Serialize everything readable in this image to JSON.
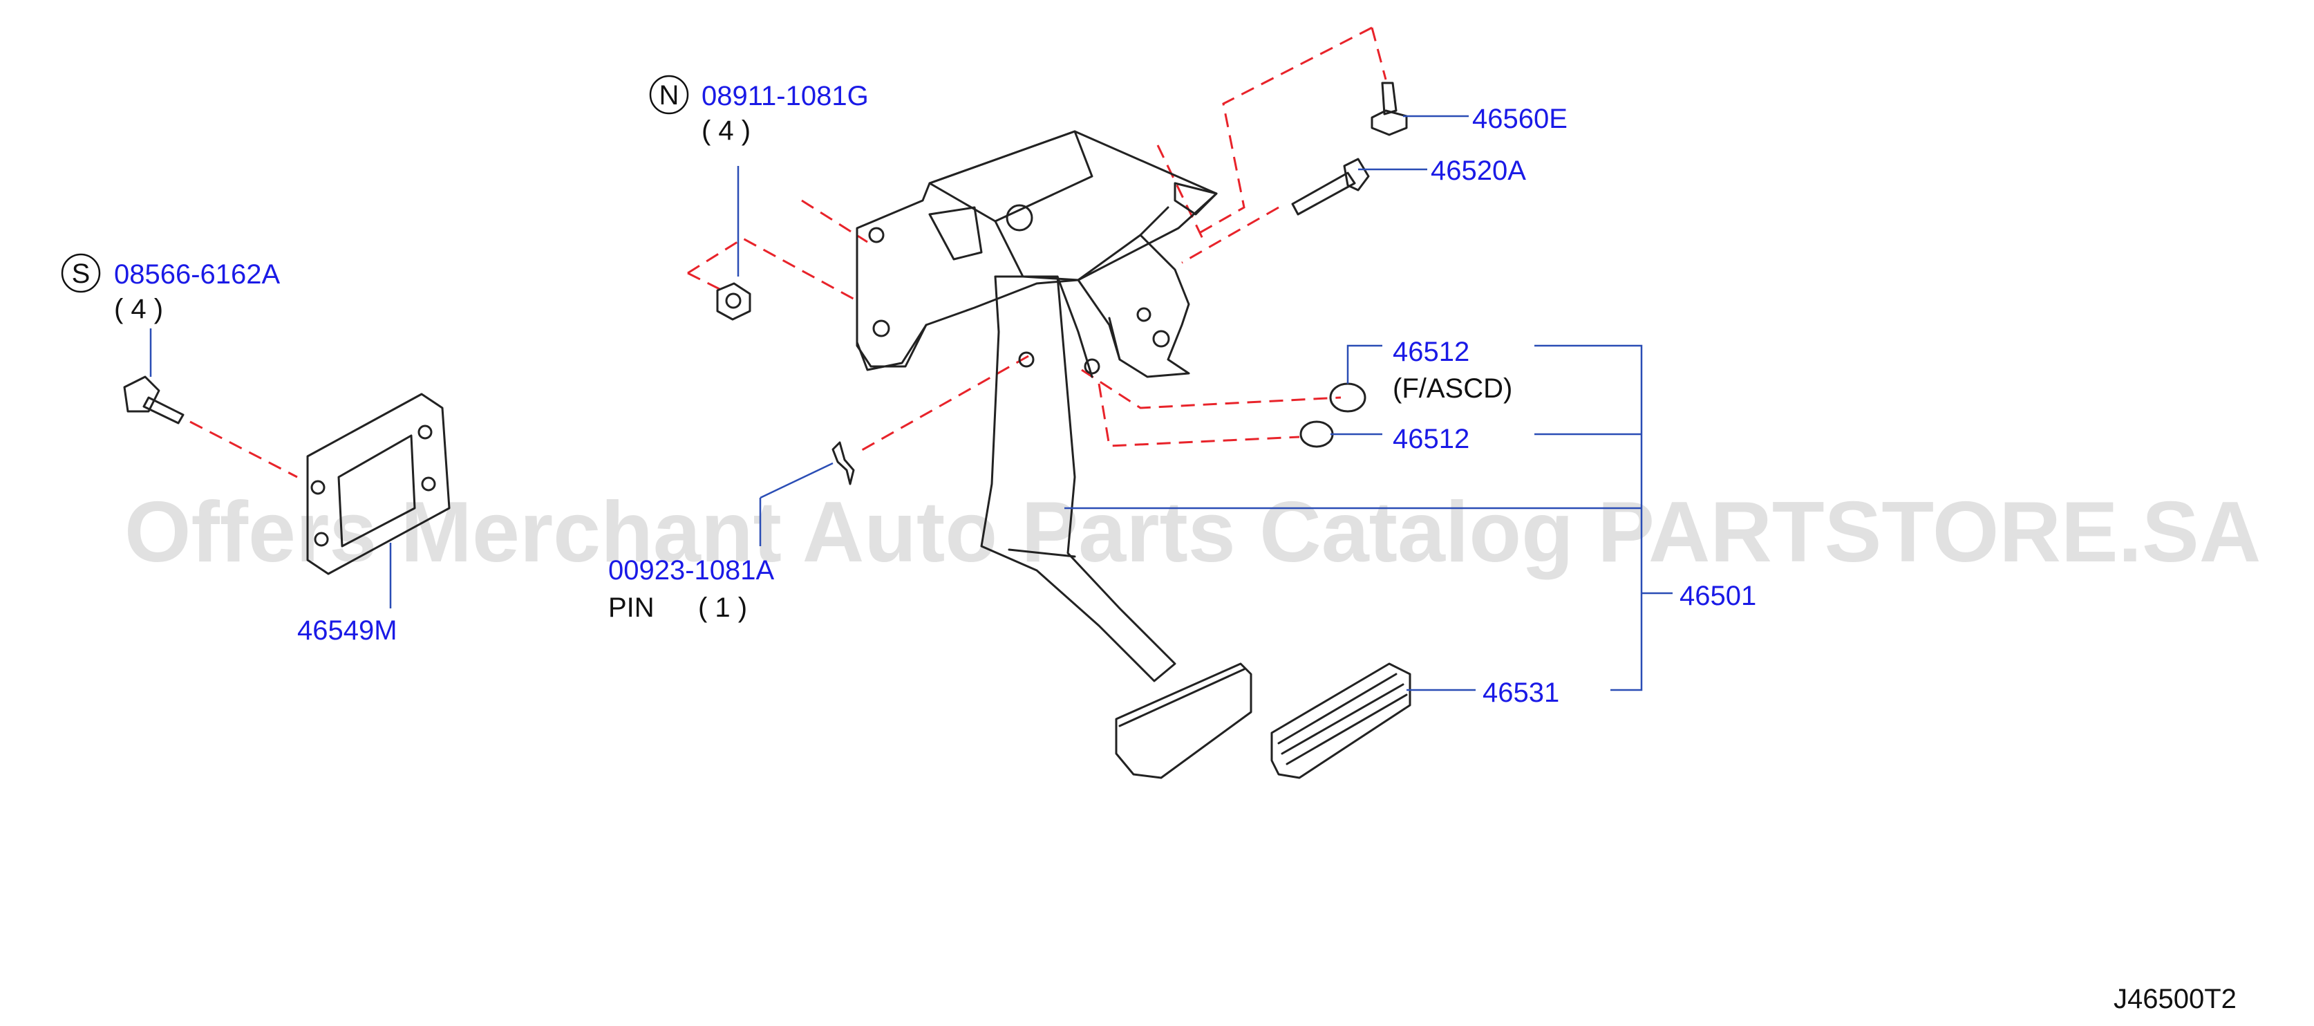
{
  "diagram": {
    "code": "J46500T2",
    "watermark": "Offers Merchant Auto Parts Catalog PARTSTORE.SA",
    "callouts": [
      {
        "id": "nut",
        "symbol": "N",
        "part_no": "08911-1081G",
        "qty": "( 4 )"
      },
      {
        "id": "bolt",
        "symbol": "S",
        "part_no": "08566-6162A",
        "qty": "( 4 )"
      },
      {
        "id": "stud",
        "part_no": "46560E"
      },
      {
        "id": "pin-bolt",
        "part_no": "46520A"
      },
      {
        "id": "stopper-ascd",
        "part_no": "46512",
        "note": "(F/ASCD)"
      },
      {
        "id": "stopper",
        "part_no": "46512"
      },
      {
        "id": "clip-pin",
        "part_no": "00923-1081A",
        "name": "PIN",
        "qty": "( 1 )"
      },
      {
        "id": "plate",
        "part_no": "46549M"
      },
      {
        "id": "pedal-assy",
        "part_no": "46501"
      },
      {
        "id": "pedal-pad",
        "part_no": "46531"
      }
    ]
  },
  "colors": {
    "part_label": "#1a1ae6",
    "leader": "#2a4db5",
    "phantom": "#e8232a",
    "outline": "#222222",
    "text": "#111111"
  }
}
